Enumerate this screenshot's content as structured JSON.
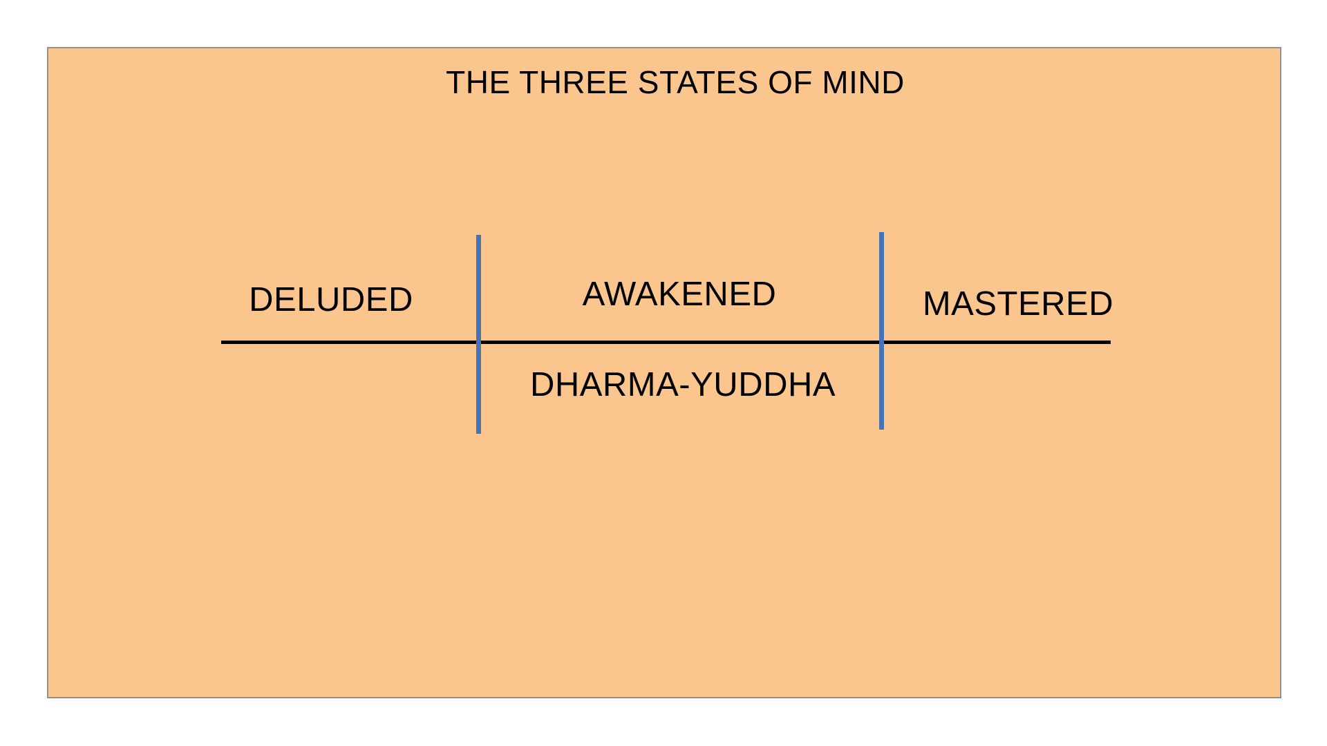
{
  "page": {
    "background": "#FFFFFF"
  },
  "slide": {
    "title": "THE THREE STATES OF MIND",
    "background": "#FAC68E",
    "border_color": "#8F9292"
  },
  "spectrum": {
    "axis_color": "#000000",
    "divider_color": "#4674B4",
    "states": [
      {
        "label": "DELUDED",
        "position": "left-of-axis"
      },
      {
        "label": "AWAKENED",
        "position": "middle-of-axis"
      },
      {
        "label": "MASTERED",
        "position": "right-of-axis"
      }
    ],
    "middle_sublabel": "DHARMA-YUDDHA"
  }
}
